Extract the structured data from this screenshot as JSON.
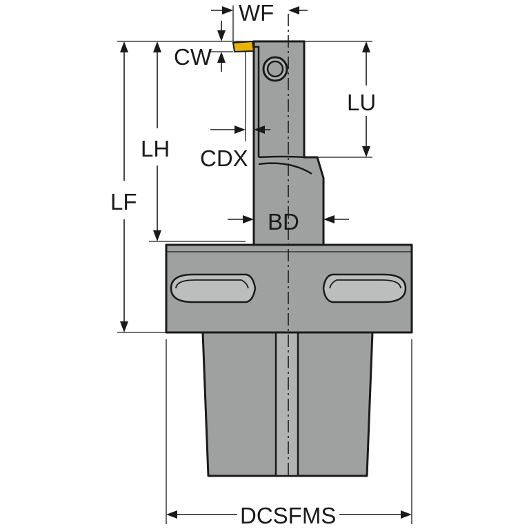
{
  "labels": {
    "wf": "WF",
    "cw": "CW",
    "lu": "LU",
    "lh": "LH",
    "cdx": "CDX",
    "lf": "LF",
    "bd": "BD",
    "dcsfms": "DCSFMS"
  },
  "colors": {
    "body": "#9fa1a1",
    "insert": "#e9b400",
    "line": "#1a1a1a"
  }
}
